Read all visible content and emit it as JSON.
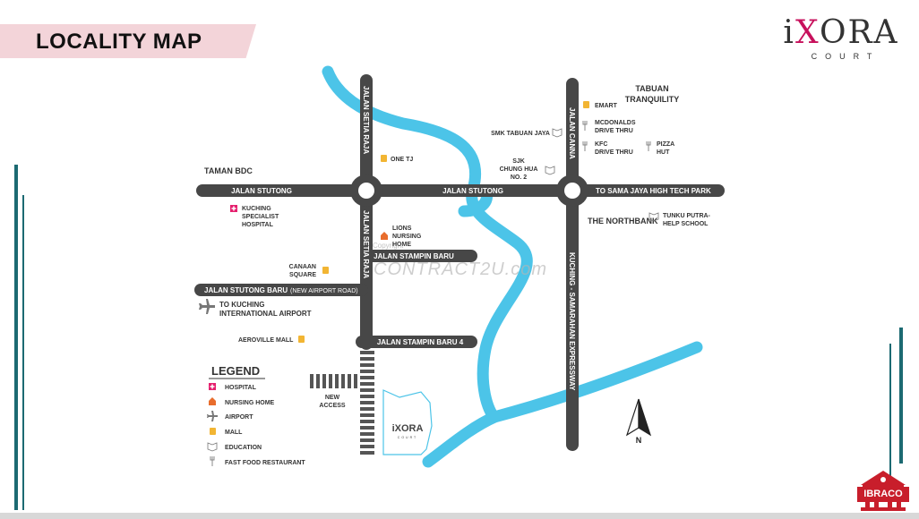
{
  "header": {
    "title": "LOCALITY MAP"
  },
  "brand": {
    "name_prefix": "i",
    "name_x": "X",
    "name_rest": "ORA",
    "subtitle": "COURT",
    "footer": "IBRACO"
  },
  "watermark": {
    "copyright": "Copyright",
    "site": "CONTRACT2U.com"
  },
  "colors": {
    "road": "#474747",
    "river": "#4cc4e8",
    "accent": "#c7115c",
    "banner": "#f3d4d9",
    "frame": "#1c6a72",
    "mall": "#f2b533",
    "nursing": "#e86d2d",
    "hospital": "#e5206e"
  },
  "roads": {
    "stutong": "JALAN STUTONG",
    "setia_raja": "JALAN SETIA RAJA",
    "canna": "JALAN CANNA",
    "sama_jaya": "TO SAMA JAYA HIGH TECH PARK",
    "stampin_baru": "JALAN STAMPIN BARU",
    "stutong_baru": "JALAN STUTONG BARU",
    "stutong_baru_note": "(NEW AIRPORT ROAD)",
    "stampin_baru_4": "JALAN STAMPIN BARU 4",
    "expressway": "KUCHING - SAMARAHAN EXPRESSWAY"
  },
  "areas": {
    "taman_bdc": "TAMAN BDC",
    "tabuan": [
      "TABUAN",
      "TRANQUILITY"
    ],
    "northbank": "THE NORTHBANK"
  },
  "places": {
    "one_tj": "ONE TJ",
    "kuching_specialist": [
      "KUCHING",
      "SPECIALIST",
      "HOSPITAL"
    ],
    "lions_nursing": [
      "LIONS",
      "NURSING",
      "HOME"
    ],
    "canaan": [
      "CANAAN",
      "SQUARE"
    ],
    "airport": [
      "TO KUCHING",
      "INTERNATIONAL AIRPORT"
    ],
    "aeroville": "AEROVILLE MALL",
    "new_access": [
      "NEW",
      "ACCESS"
    ],
    "smk": "SMK TABUAN JAYA",
    "sjk": [
      "SJK",
      "CHUNG HUA",
      "NO. 2"
    ],
    "emart": "EMART",
    "mcd": [
      "MCDONALDS",
      "DRIVE THRU"
    ],
    "kfc": [
      "KFC",
      "DRIVE THRU"
    ],
    "pizza": [
      "PIZZA",
      "HUT"
    ],
    "tunku": [
      "TUNKU PUTRA-",
      "HELP SCHOOL"
    ],
    "site_name": "iXORA",
    "site_sub": "COURT"
  },
  "compass": {
    "label": "N"
  },
  "legend": {
    "title": "LEGEND",
    "items": [
      {
        "label": "HOSPITAL",
        "icon": "hospital-icon"
      },
      {
        "label": "NURSING HOME",
        "icon": "nursing-home-icon"
      },
      {
        "label": "AIRPORT",
        "icon": "airport-icon"
      },
      {
        "label": "MALL",
        "icon": "mall-icon"
      },
      {
        "label": "EDUCATION",
        "icon": "education-icon"
      },
      {
        "label": "FAST FOOD RESTAURANT",
        "icon": "fast-food-icon"
      }
    ]
  }
}
